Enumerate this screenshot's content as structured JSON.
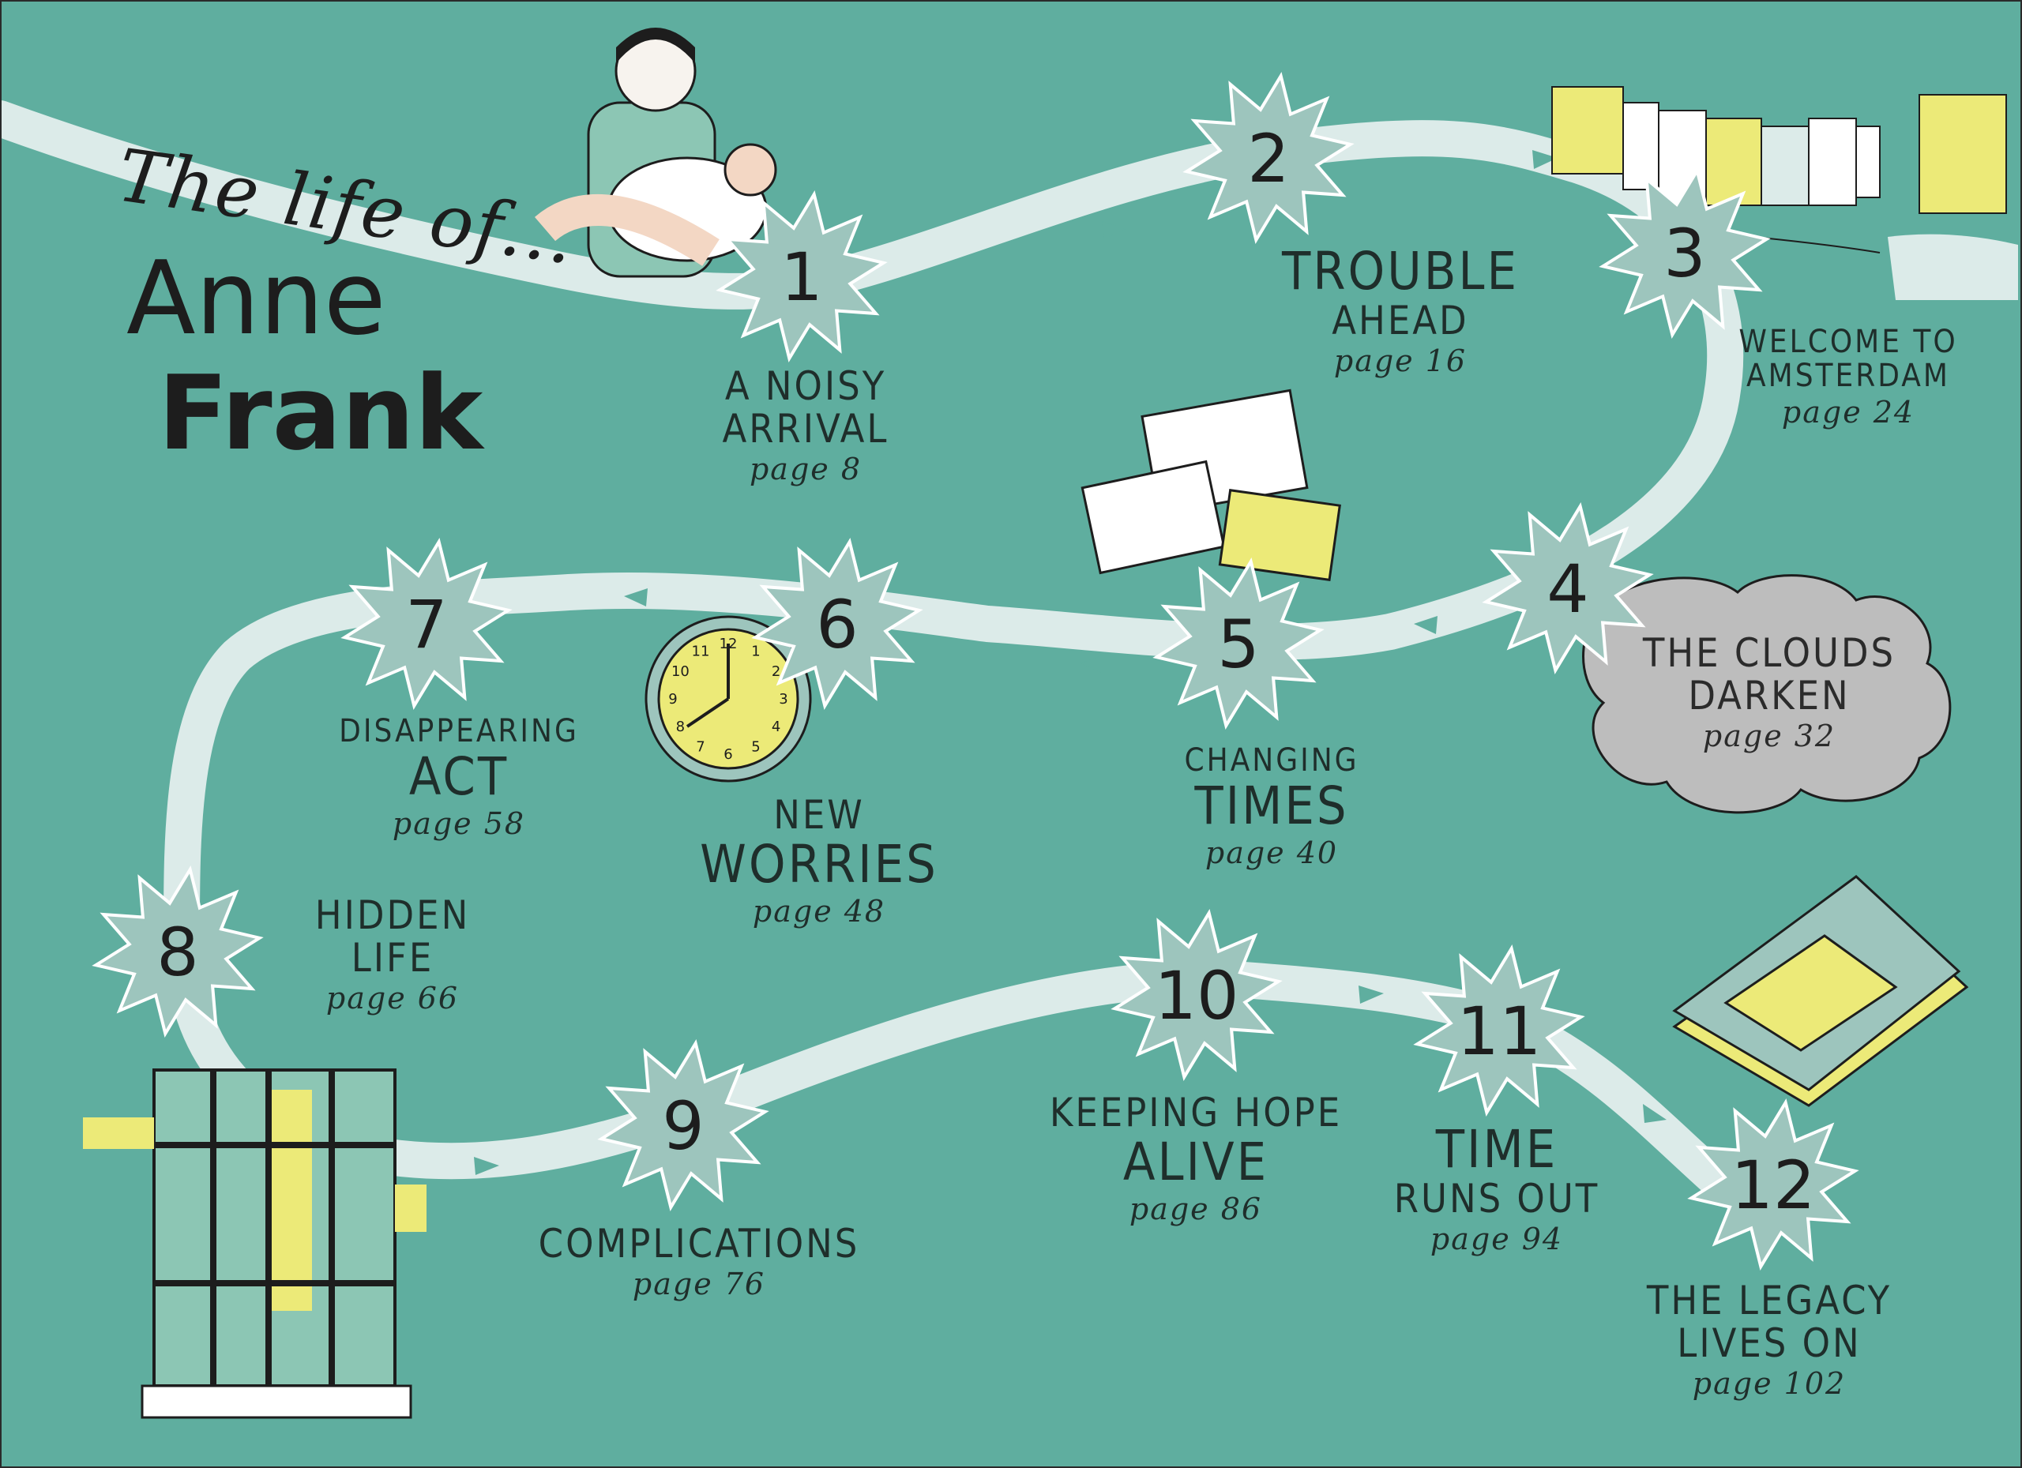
{
  "title": {
    "line1": "The life of...",
    "line2": "Anne",
    "line3": "Frank"
  },
  "colors": {
    "background": "#5fae9f",
    "path": "#dcebe9",
    "star": "#9dc5bd",
    "star_outline": "#ffffff",
    "accent_yellow": "#ecea78",
    "cloud": "#bdbdbd"
  },
  "stages": [
    {
      "number": "1",
      "line1": "A NOISY",
      "line2": "ARRIVAL",
      "page": "page 8"
    },
    {
      "number": "2",
      "line1": "TROUBLE",
      "line2": "AHEAD",
      "page": "page 16"
    },
    {
      "number": "3",
      "line1": "WELCOME TO",
      "line2": "AMSTERDAM",
      "page": "page 24"
    },
    {
      "number": "4",
      "line1": "THE CLOUDS",
      "line2": "DARKEN",
      "page": "page 32"
    },
    {
      "number": "5",
      "line1": "CHANGING",
      "line2": "TIMES",
      "page": "page 40"
    },
    {
      "number": "6",
      "line1": "NEW",
      "line2": "WORRIES",
      "page": "page 48"
    },
    {
      "number": "7",
      "line1": "DISAPPEARING",
      "line2": "ACT",
      "page": "page 58"
    },
    {
      "number": "8",
      "line1": "HIDDEN",
      "line2": "LIFE",
      "page": "page 66"
    },
    {
      "number": "9",
      "line1": "COMPLICATIONS",
      "line2": "",
      "page": "page 76"
    },
    {
      "number": "10",
      "line1": "KEEPING HOPE",
      "line2": "ALIVE",
      "page": "page 86"
    },
    {
      "number": "11",
      "line1": "TIME",
      "line2": "RUNS OUT",
      "page": "page 94"
    },
    {
      "number": "12",
      "line1": "THE LEGACY",
      "line2": "LIVES ON",
      "page": "page 102"
    }
  ],
  "illustrations": {
    "mother": "mother-holding-baby-illustration",
    "houses": "amsterdam-canal-houses-illustration",
    "postcards": "postcards-illustration",
    "clock": "clock-icon",
    "window": "annex-window-illustration",
    "diary": "diary-book-illustration",
    "cloud": "grey-cloud-illustration"
  },
  "clock_numbers": [
    "12",
    "1",
    "2",
    "3",
    "4",
    "5",
    "6",
    "7",
    "8",
    "9",
    "10",
    "11"
  ]
}
